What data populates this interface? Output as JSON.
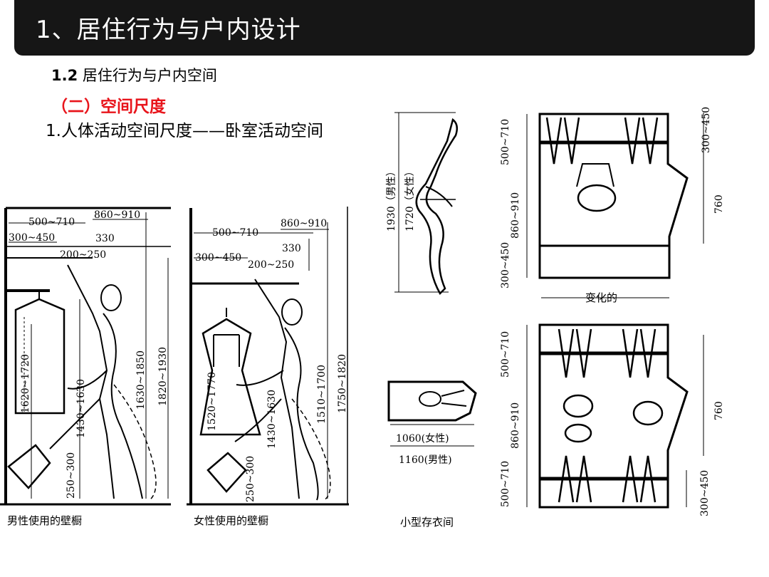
{
  "header": {
    "title": "1、居住行为与户内设计"
  },
  "section": {
    "number": "1.2",
    "title": "居住行为与户内空间"
  },
  "subsection": {
    "title": "（二）空间尺度"
  },
  "topic": {
    "title": "1.人体活动空间尺度——卧室活动空间"
  },
  "figures": {
    "male_wardrobe": {
      "caption": "男性使用的壁橱",
      "dims": [
        "500~710",
        "860~910",
        "300~450",
        "330",
        "200~250",
        "1620~1720",
        "1430~1630",
        "1630~1850",
        "1820~1930",
        "250~300"
      ]
    },
    "female_wardrobe": {
      "caption": "女性使用的壁橱",
      "dims": [
        "500~710",
        "860~910",
        "300~450",
        "330",
        "200~250",
        "1520~1770",
        "1430~1630",
        "1510~1700",
        "1750~1820",
        "250~300"
      ]
    },
    "figure_side": {
      "dims": [
        "1930（男性）",
        "1720（女性）"
      ]
    },
    "small_closet": {
      "caption": "小型存衣间",
      "dims": [
        "1060(女性)",
        "1160(男性)"
      ]
    },
    "plan_top": {
      "dims": [
        "500~710",
        "860~910",
        "300~450",
        "300~450",
        "760"
      ],
      "label": "变化的"
    },
    "plan_bottom": {
      "dims": [
        "500~710",
        "860~910",
        "500~710",
        "300~450",
        "760"
      ]
    }
  }
}
